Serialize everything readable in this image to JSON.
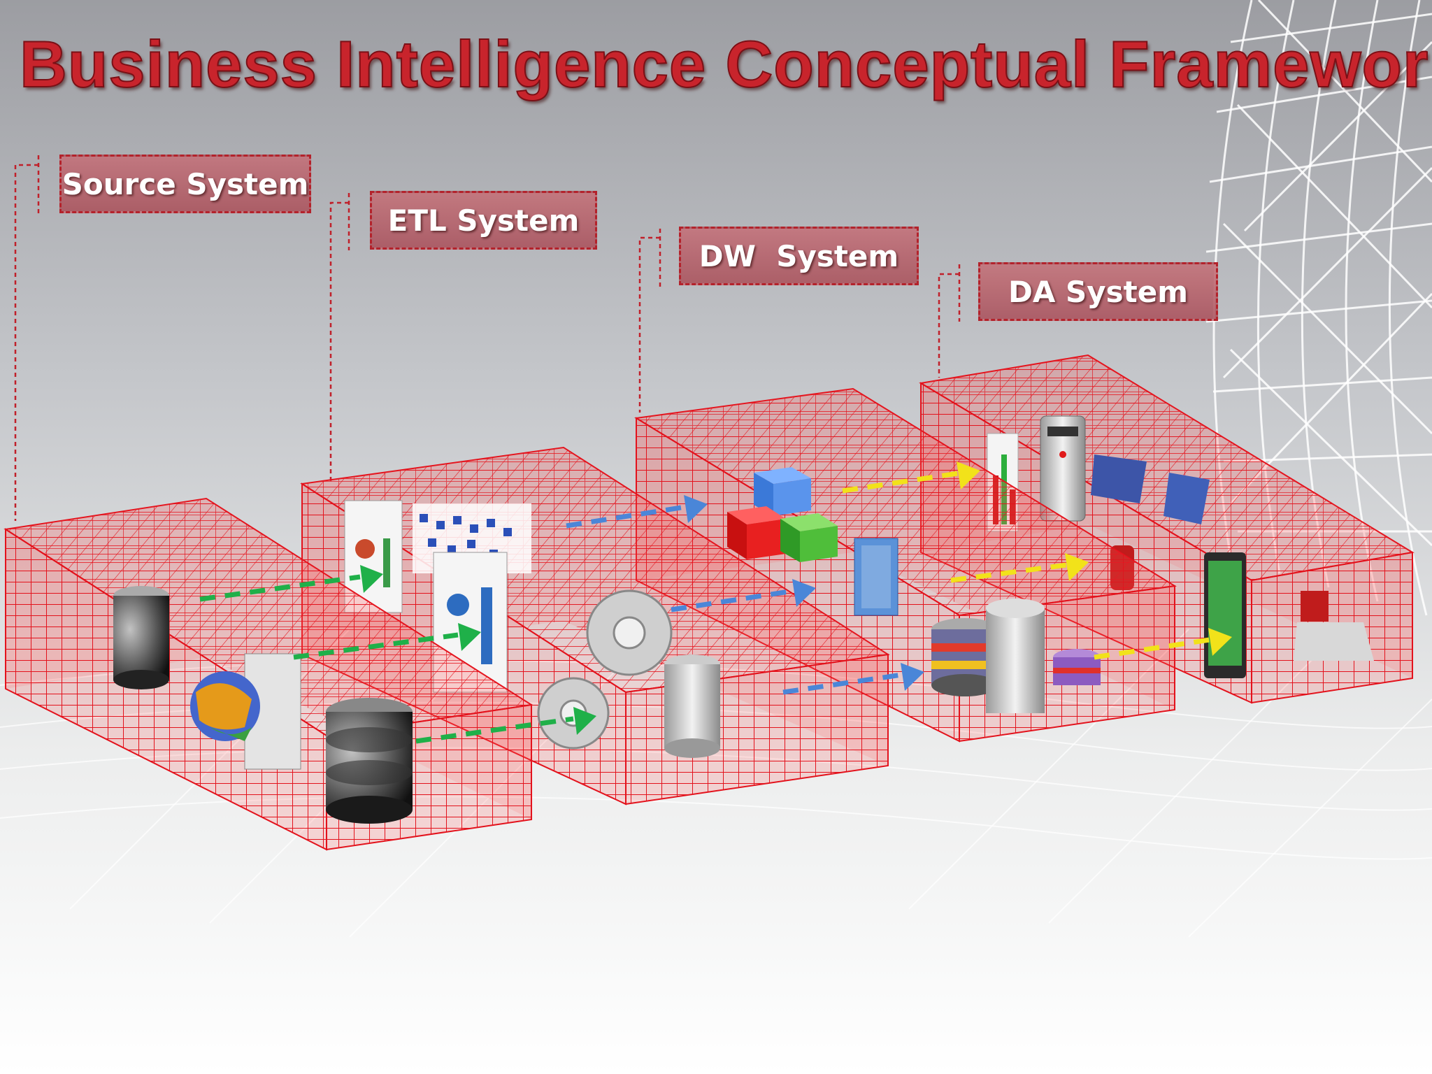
{
  "title": "Business Intelligence Conceptual Framework",
  "systems": [
    {
      "key": "source",
      "label": "Source System"
    },
    {
      "key": "etl",
      "label": "ETL System"
    },
    {
      "key": "dw",
      "label": "DW  System"
    },
    {
      "key": "da",
      "label": "DA System"
    }
  ],
  "icons": {
    "source": [
      "database-icon",
      "document-icon",
      "globe-icon",
      "database-icon"
    ],
    "etl": [
      "report-icon",
      "calendar-icon",
      "document-icon",
      "gear-icon",
      "database-icon"
    ],
    "dw": [
      "cube-icon",
      "cube-icon",
      "cube-icon",
      "book-icon",
      "database-icon"
    ],
    "da": [
      "chart-icon",
      "server-icon",
      "tablet-icon",
      "phone-icon",
      "laptop-icon"
    ]
  },
  "colors": {
    "title": "#c8242c",
    "grid": "#e3121c",
    "label_fill": "#c4707a",
    "label_border": "#b3222b",
    "source_to_etl_arrow": "#1fb049",
    "etl_to_dw_arrow": "#4a86d8",
    "dw_to_da_arrow": "#f2e21a"
  }
}
